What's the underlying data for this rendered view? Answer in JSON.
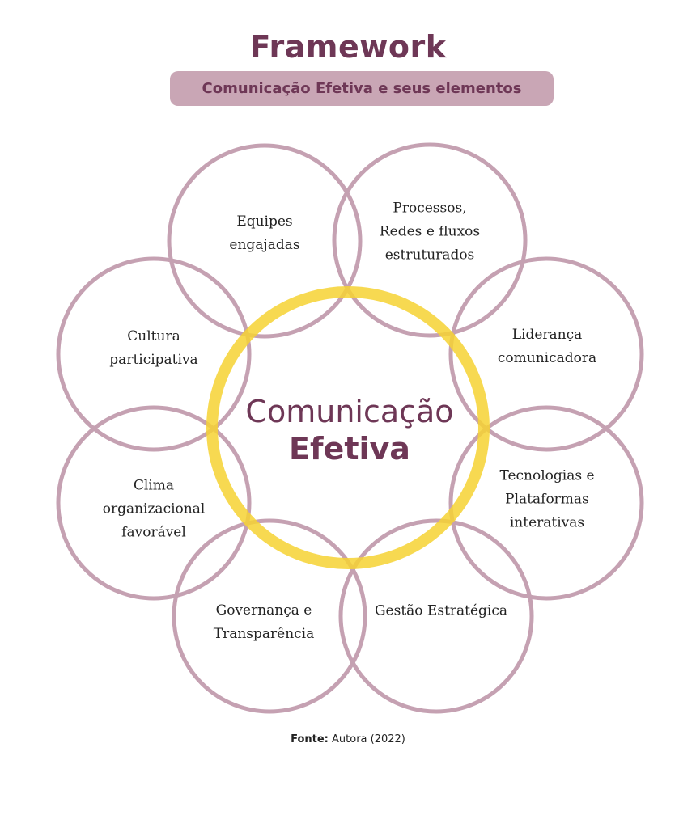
{
  "header": {
    "title": "Framework",
    "subtitle": "Comunicação Efetiva e seus elementos"
  },
  "colors": {
    "primary": "#6e3756",
    "ring": "#c5a1b2",
    "pill": "#c9a6b5",
    "core": "#f6d233"
  },
  "center": {
    "line1": "Comunicação",
    "line2": "Efetiva"
  },
  "elements": [
    {
      "lines": [
        "Equipes",
        "engajadas"
      ]
    },
    {
      "lines": [
        "Processos,",
        "Redes e fluxos",
        "estruturados"
      ]
    },
    {
      "lines": [
        "Liderança",
        "comunicadora"
      ]
    },
    {
      "lines": [
        "Tecnologias e",
        "Plataformas",
        "interativas"
      ]
    },
    {
      "lines": [
        "Gestão Estratégica"
      ]
    },
    {
      "lines": [
        "Governança e",
        "Transparência"
      ]
    },
    {
      "lines": [
        "Clima",
        "organizacional",
        "favorável"
      ]
    },
    {
      "lines": [
        "Cultura",
        "participativa"
      ]
    }
  ],
  "source": {
    "label": "Fonte:",
    "text": " Autora (2022)"
  }
}
